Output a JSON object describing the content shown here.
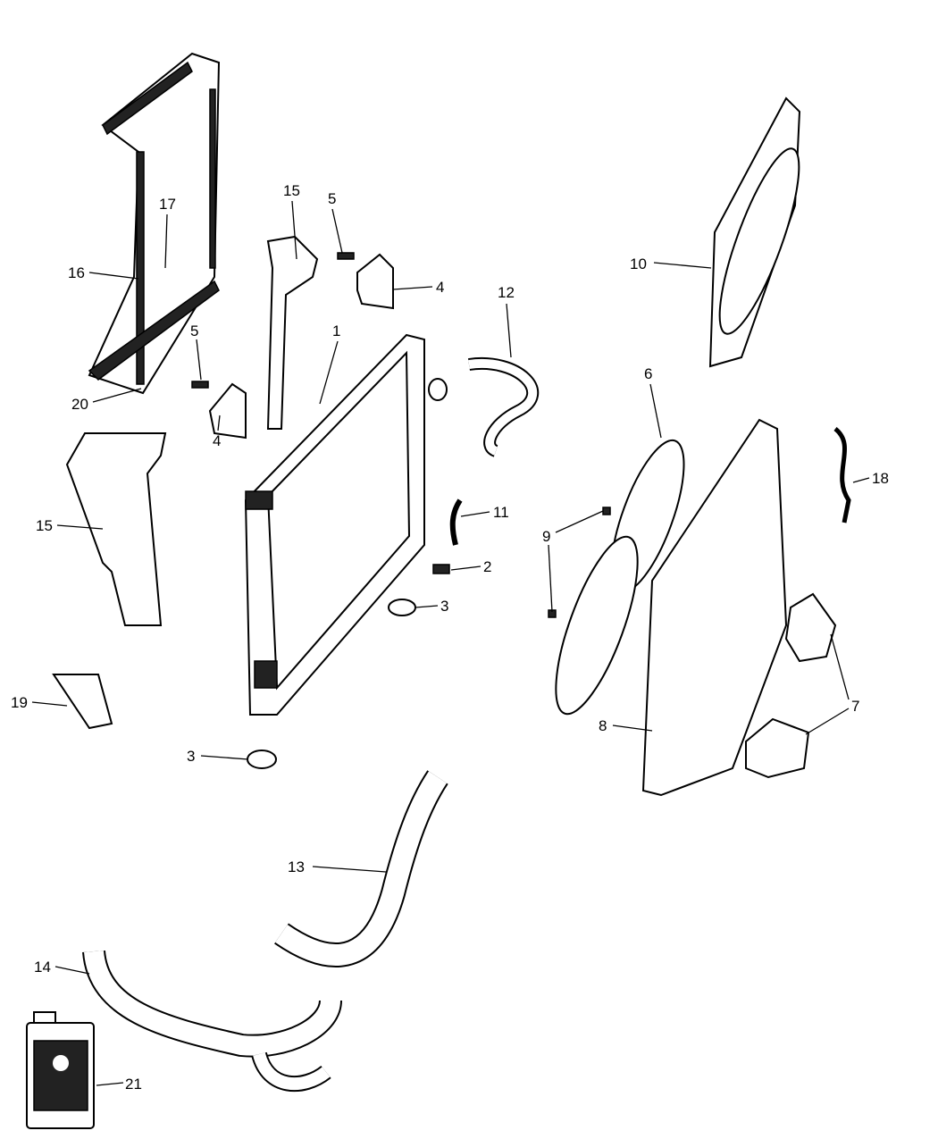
{
  "diagram": {
    "callouts": [
      {
        "number": "1",
        "part": "radiator"
      },
      {
        "number": "2",
        "part": "drain-cock"
      },
      {
        "number": "3",
        "part": "radiator-isolator-upper"
      },
      {
        "number": "3",
        "part": "radiator-isolator-lower"
      },
      {
        "number": "4",
        "part": "bracket-right"
      },
      {
        "number": "4",
        "part": "bracket-left"
      },
      {
        "number": "5",
        "part": "bolt-right"
      },
      {
        "number": "5",
        "part": "bolt-left"
      },
      {
        "number": "6",
        "part": "fan-blade"
      },
      {
        "number": "7",
        "part": "fan-control-module"
      },
      {
        "number": "8",
        "part": "fan-shroud"
      },
      {
        "number": "9",
        "part": "fan-clip"
      },
      {
        "number": "10",
        "part": "fan-module"
      },
      {
        "number": "11",
        "part": "vent-hose"
      },
      {
        "number": "12",
        "part": "upper-hose"
      },
      {
        "number": "13",
        "part": "lower-hose"
      },
      {
        "number": "14",
        "part": "radiator-outlet-hose"
      },
      {
        "number": "15",
        "part": "air-seal-right"
      },
      {
        "number": "15",
        "part": "air-seal-left"
      },
      {
        "number": "16",
        "part": "support-frame"
      },
      {
        "number": "17",
        "part": "air-seal-upper"
      },
      {
        "number": "18",
        "part": "wiring-harness"
      },
      {
        "number": "19",
        "part": "air-deflector"
      },
      {
        "number": "20",
        "part": "seal-lower"
      },
      {
        "number": "21",
        "part": "coolant-jug"
      }
    ]
  }
}
